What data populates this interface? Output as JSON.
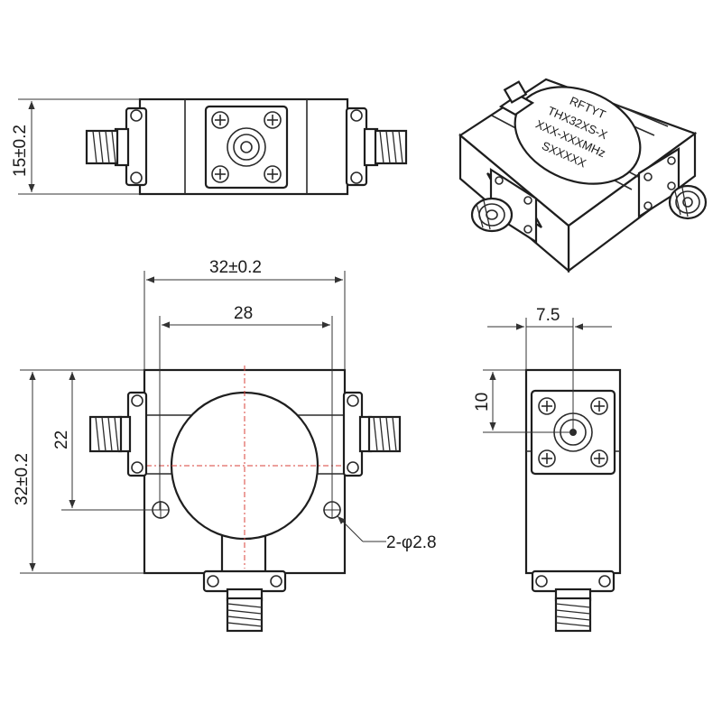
{
  "dimensions": {
    "side_height": "15±0.2",
    "top_width": "32±0.2",
    "top_inner_width": "28",
    "top_height": "32±0.2",
    "top_inner_height": "22",
    "hole_callout": "2-φ2.8",
    "end_offset_x": "7.5",
    "end_offset_y": "10"
  },
  "label": {
    "brand": "RFTYT",
    "line1": "THX32XS-X",
    "line2": "XXX-XXXMHz",
    "line3": "SXXXXX"
  },
  "colors": {
    "outline": "#2b2b2b",
    "centerline": "#d9403a",
    "background": "#ffffff"
  }
}
